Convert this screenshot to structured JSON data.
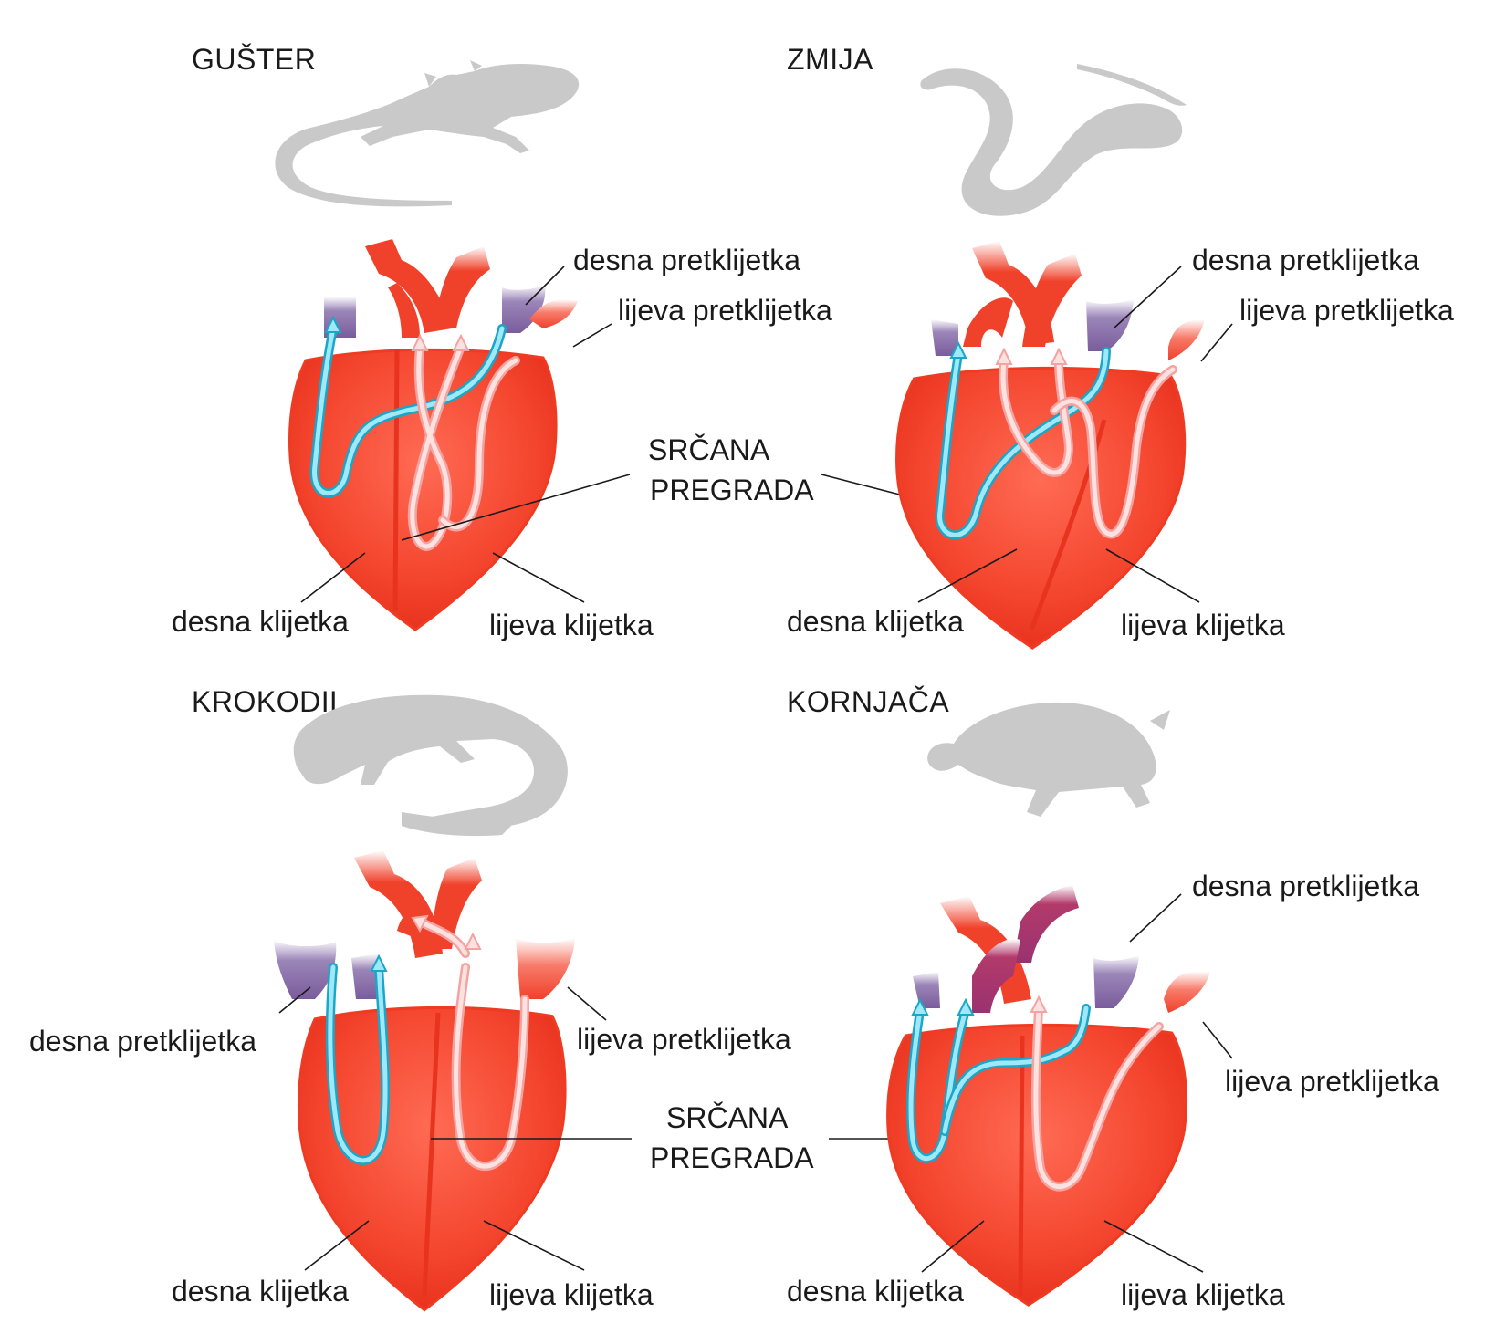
{
  "panels": [
    {
      "title": "GUŠTER",
      "labels": {
        "right_atrium": "desna pretklijetka",
        "left_atrium": "lijeva pretklijetka",
        "septum_line1": "SRČANA",
        "septum_line2": "PREGRADA",
        "right_ventricle": "desna klijetka",
        "left_ventricle": "lijeva klijetka"
      }
    },
    {
      "title": "ZMIJA",
      "labels": {
        "right_atrium": "desna pretklijetka",
        "left_atrium": "lijeva pretklijetka",
        "right_ventricle": "desna klijetka",
        "left_ventricle": "lijeva klijetka"
      }
    },
    {
      "title": "KROKODIL",
      "labels": {
        "right_atrium": "desna pretklijetka",
        "left_atrium": "lijeva pretklijetka",
        "septum_line1": "SRČANA",
        "septum_line2": "PREGRADA",
        "right_ventricle": "desna klijetka",
        "left_ventricle": "lijeva klijetka"
      }
    },
    {
      "title": "KORNJAČA",
      "labels": {
        "right_atrium": "desna pretklijetka",
        "left_atrium": "lijeva pretklijetka",
        "right_ventricle": "desna klijetka",
        "left_ventricle": "lijeva klijetka"
      }
    }
  ],
  "colors": {
    "heart": "#f0412a",
    "deoxygenated_flow": "#1aa6c8",
    "oxygenated_flow": "#f4a3a0",
    "atrium_deoxygenated": "#8a6fa8",
    "silhouette": "#c9c9c9"
  },
  "icons": [
    "lizard-silhouette",
    "snake-silhouette",
    "crocodile-silhouette",
    "turtle-silhouette"
  ]
}
